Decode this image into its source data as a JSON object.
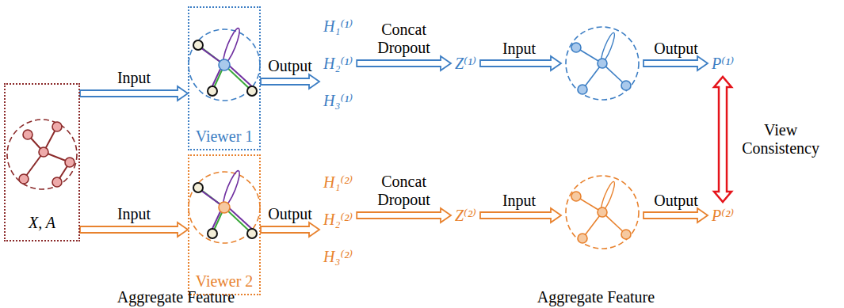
{
  "diagram": {
    "nodes": [
      {
        "text": [
          "X, A"
        ]
      },
      {
        "text": [
          "Viewer 1"
        ]
      },
      {
        "text": [
          "H₁⁽¹⁾",
          "H₂⁽¹⁾",
          "H₃⁽¹⁾"
        ]
      },
      {
        "text": [
          "Z⁽¹⁾"
        ]
      },
      {
        "text": [
          "P⁽¹⁾"
        ]
      },
      {
        "text": [
          "Viewer 2"
        ]
      },
      {
        "text": [
          "H₁⁽²⁾",
          "H₂⁽²⁾",
          "H₃⁽²⁾"
        ]
      },
      {
        "text": [
          "Z⁽²⁾"
        ]
      },
      {
        "text": [
          "P⁽²⁾"
        ]
      }
    ],
    "edges": [
      {
        "from": 0,
        "to": 1,
        "label": "Input",
        "arrow": "to"
      },
      {
        "from": 0,
        "to": 5,
        "label": "Input",
        "arrow": "to"
      },
      {
        "from": 1,
        "to": 2,
        "label": "Output",
        "arrow": "to"
      },
      {
        "from": 2,
        "to": 3,
        "label": "Concat Dropout",
        "arrow": "to"
      },
      {
        "from": 5,
        "to": 6,
        "label": "Output",
        "arrow": "to"
      },
      {
        "from": 6,
        "to": 7,
        "label": "Concat Dropout",
        "arrow": "to"
      },
      {
        "from": 4,
        "to": 8,
        "label": "View Consistency",
        "arrow": "both"
      }
    ],
    "labels": [
      "Input",
      "Output",
      "Input",
      "Output",
      "Aggregate Feature",
      "Aggregate Feature"
    ]
  }
}
